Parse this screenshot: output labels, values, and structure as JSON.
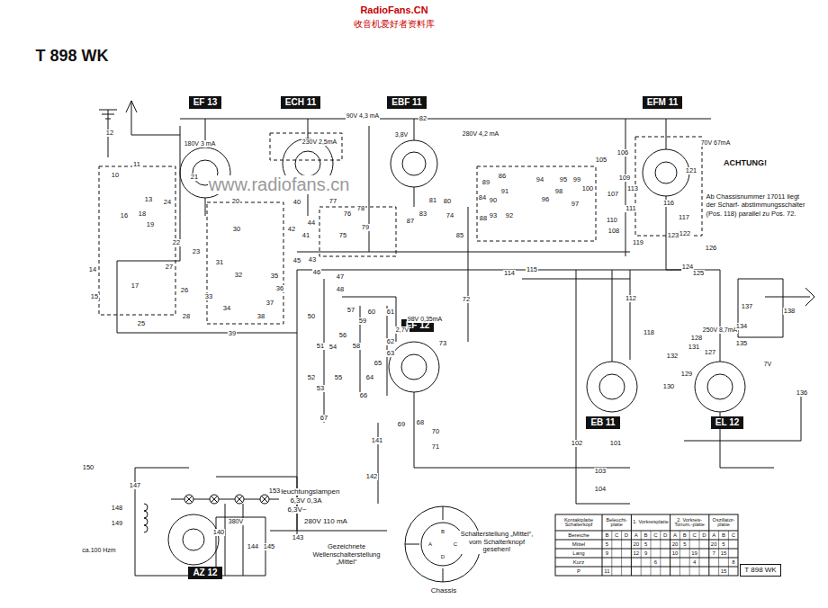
{
  "diagram": {
    "nodes": [
      {
        "text": [
          "EF 13"
        ]
      },
      {
        "text": [
          "ECH 11"
        ]
      },
      {
        "text": [
          "EBF 11"
        ]
      },
      {
        "text": [
          "EFM 11"
        ]
      },
      {
        "text": [
          "EF 12"
        ]
      },
      {
        "text": [
          "EB 11"
        ]
      },
      {
        "text": [
          "EL 12"
        ]
      },
      {
        "text": [
          "AZ 12"
        ]
      },
      {
        "text": [
          "T 898 WK"
        ]
      }
    ],
    "labels": [
      "T 898 WK",
      "RadioFans.CN",
      "收音机爱好者资料库",
      "www.radiofans.cn",
      "ACHTUNG!",
      "Ab Chassisnummer 17011 liegt der Scharf- abstimmungsschalter (Pos. 118) parallel zu Pos. 72.",
      "90V 4,3 mA",
      "280V 4,2 mA",
      "70V 67mA",
      "180V 3 mA",
      "230V 2,5mA",
      "3,8V",
      "98V 0,35mA",
      "2,7V",
      "250V 8,7mA",
      "7V",
      "Beleuchtungslampen",
      "6,3V 0,3A",
      "6,3V~",
      "280V 110 mA",
      "380V",
      "ca.100 Hzm",
      "Gezeichnete Wellenschalterstellung „Mittel“",
      "Schalterstellung „Mittel“, vom Schalterknopf gesehen!",
      "Chassis",
      "12",
      "11",
      "10",
      "13",
      "16",
      "18",
      "19",
      "14",
      "17",
      "15",
      "27",
      "26",
      "25",
      "28",
      "24",
      "20",
      "21",
      "22",
      "23",
      "30",
      "31",
      "32",
      "33",
      "34",
      "35",
      "36",
      "37",
      "38",
      "39",
      "40",
      "41",
      "42",
      "43",
      "44",
      "45",
      "46",
      "47",
      "48",
      "50",
      "51",
      "52",
      "53",
      "54",
      "55",
      "56",
      "57",
      "58",
      "59",
      "60",
      "61",
      "62",
      "63",
      "64",
      "65",
      "66",
      "67",
      "68",
      "69",
      "70",
      "71",
      "72",
      "73",
      "74",
      "75",
      "76",
      "77",
      "78",
      "79",
      "80",
      "81",
      "82",
      "83",
      "84",
      "85",
      "86",
      "87",
      "88",
      "89",
      "90",
      "91",
      "92",
      "93",
      "94",
      "95",
      "96",
      "97",
      "98",
      "99",
      "100",
      "101",
      "102",
      "103",
      "104",
      "105",
      "106",
      "107",
      "108",
      "109",
      "110",
      "111",
      "112",
      "113",
      "114",
      "115",
      "116",
      "117",
      "118",
      "119",
      "121",
      "122",
      "123",
      "124",
      "125",
      "126",
      "127",
      "128",
      "129",
      "130",
      "131",
      "132",
      "134",
      "135",
      "136",
      "137",
      "138",
      "140",
      "141",
      "142",
      "143",
      "144",
      "145",
      "147",
      "148",
      "149",
      "150",
      "153",
      "A",
      "B",
      "C",
      "D",
      "Kontaktplatte Schalterkopf",
      "Beleucht-platte",
      "1. Vorkreisplatte",
      "2. Vorkreis-Tonum.-platte",
      "Oszillator-platte",
      "Bereiche",
      "B",
      "C",
      "D",
      "A",
      "B",
      "C",
      "D",
      "A",
      "B",
      "C",
      "D",
      "A",
      "B",
      "C",
      "Mittel",
      "5",
      "20",
      "5",
      "20",
      "5",
      "20",
      "5",
      "Lang",
      "9",
      "12",
      "9",
      "10",
      "19",
      "7",
      "15",
      "Kurz",
      "6",
      "4",
      "8",
      "P",
      "11",
      "15"
    ]
  }
}
